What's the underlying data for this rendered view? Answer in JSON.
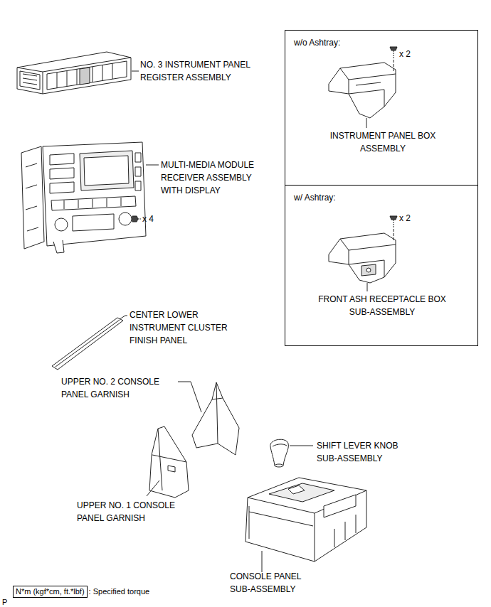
{
  "diagram": {
    "nodes": [
      {
        "text": [
          "w/o Ashtray:",
          "x 2",
          "INSTRUMENT PANEL BOX ASSEMBLY"
        ]
      },
      {
        "text": [
          "w/ Ashtray:",
          "x 2",
          "FRONT ASH RECEPTACLE BOX SUB-ASSEMBLY"
        ]
      },
      {
        "text": [
          "N*m (kgf*cm, ft.*lbf)"
        ]
      }
    ],
    "labels": [
      "NO. 3 INSTRUMENT PANEL REGISTER ASSEMBLY",
      "MULTI-MEDIA MODULE RECEIVER ASSEMBLY WITH DISPLAY",
      "x 4",
      "CENTER LOWER INSTRUMENT CLUSTER FINISH PANEL",
      "UPPER NO. 2 CONSOLE PANEL GARNISH",
      "SHIFT LEVER KNOB SUB-ASSEMBLY",
      "UPPER NO. 1 CONSOLE PANEL GARNISH",
      "CONSOLE PANEL SUB-ASSEMBLY",
      ": Specified torque",
      "P"
    ]
  }
}
